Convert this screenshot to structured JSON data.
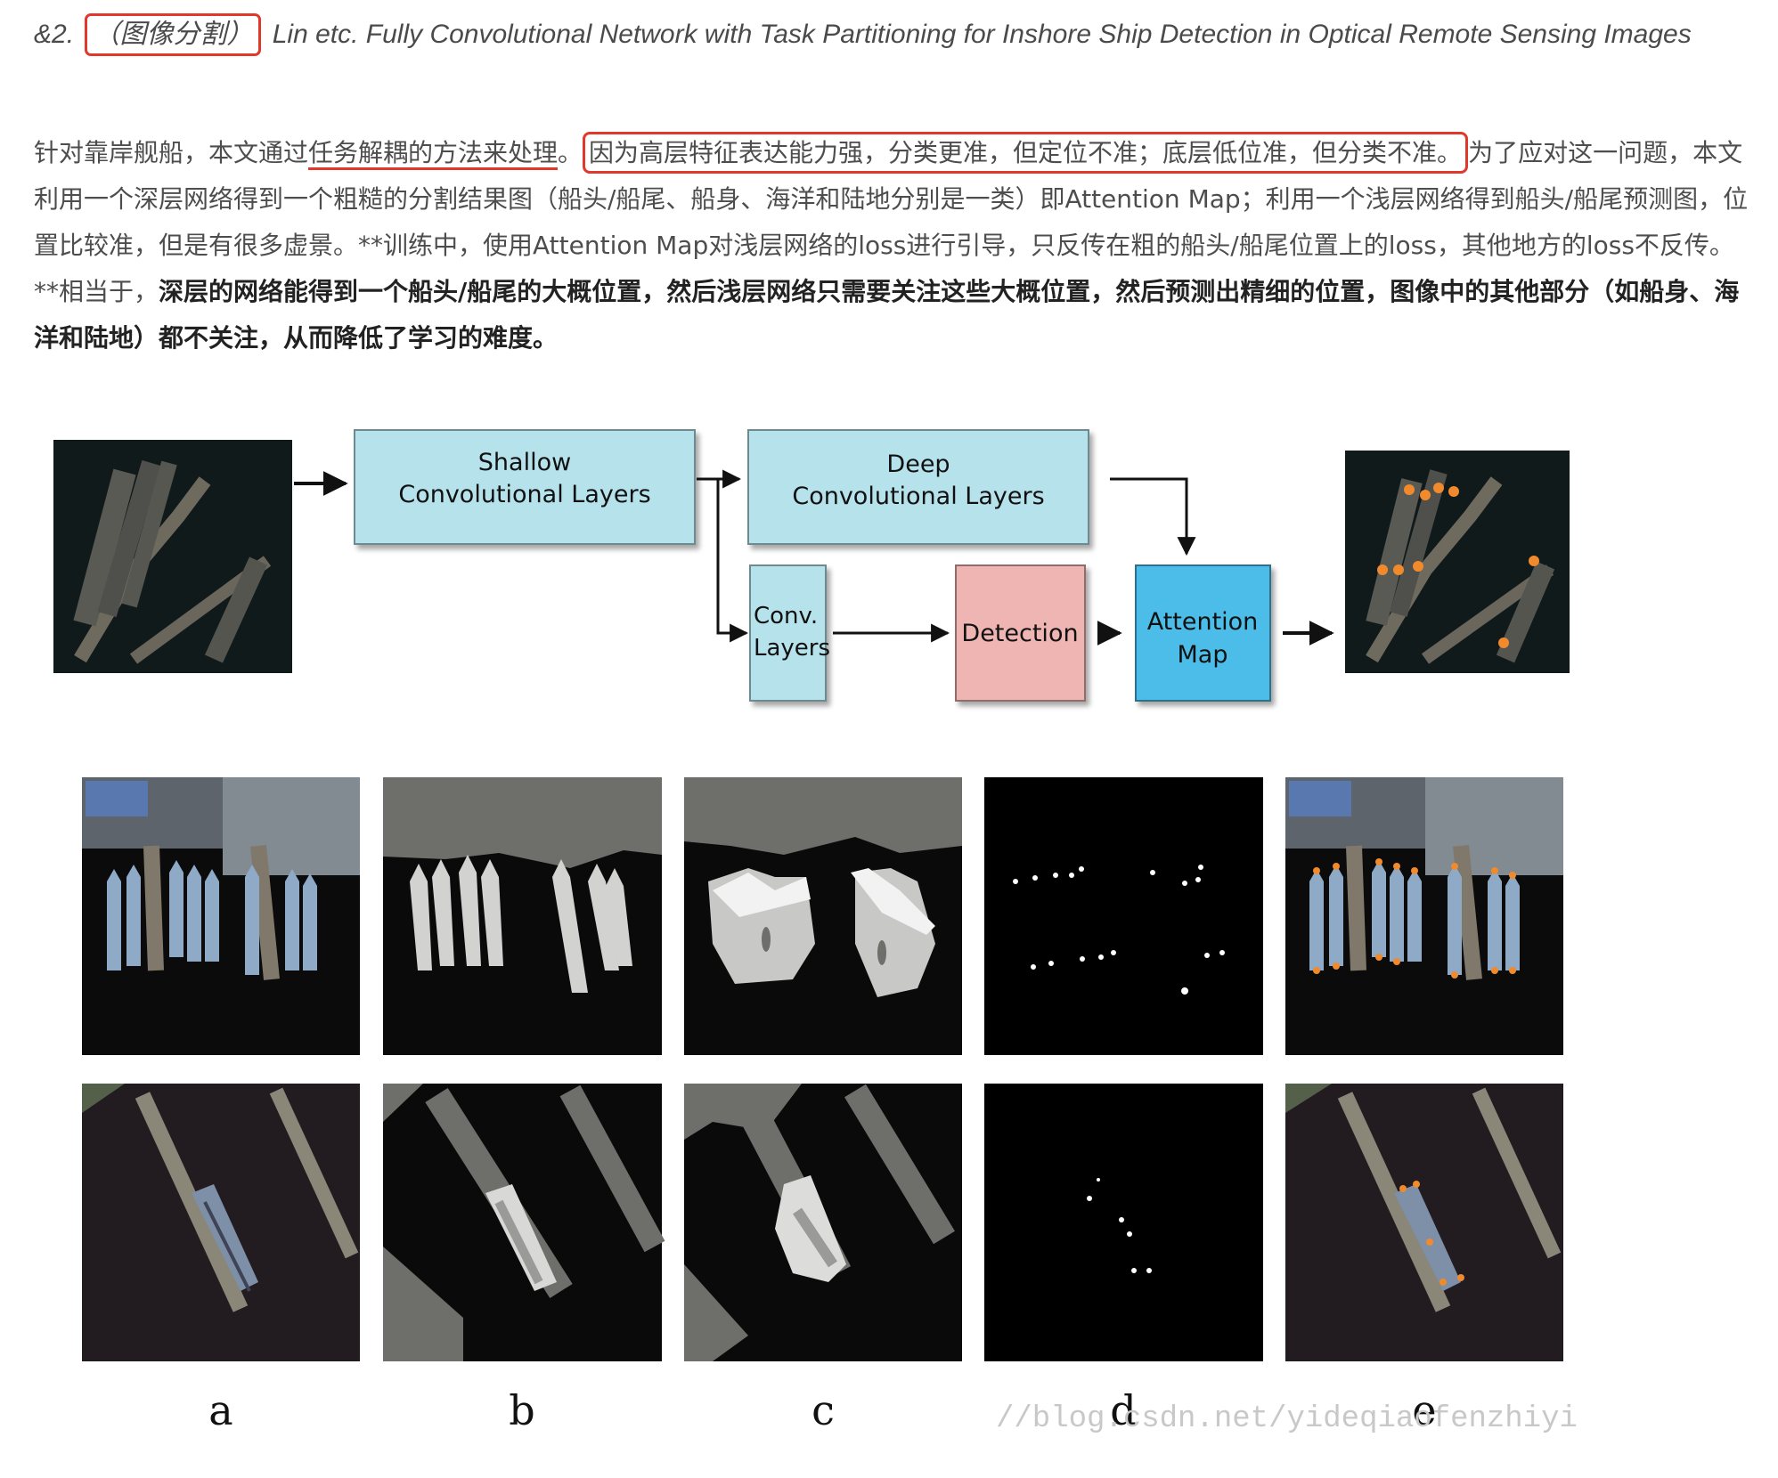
{
  "heading": {
    "prefix": "&2.",
    "tag": "（图像分割）",
    "title": "Lin etc. Fully Convolutional Network with Task Partitioning for Inshore Ship Detection in Optical Remote Sensing Images"
  },
  "paragraph": {
    "p1": "针对靠岸舰船，本文通过",
    "p2": "任务解耦的方法来处理",
    "p3": "。",
    "p4": "因为高层特征表达能力强，分类更准，但定位不准；底层低位准，但分类不准。",
    "p5": "为了应对这一问题，本文利用一个深层网络得到一个粗糙的分割结果图（船头/船尾、船身、海洋和陆地分别是一类）即Attention Map；利用一个浅层网络得到船头/船尾预测图，位置比较准，但是有很多虚景。**训练中，使用Attention Map对浅层网络的loss进行引导，只反传在粗的船头/船尾位置上的loss，其他地方的loss不反传。**相当于，",
    "p6": "深层的网络能得到一个船头/船尾的大概位置，然后浅层网络只需要关注这些大概位置，然后预测出精细的位置，图像中的其他部分（如船身、海洋和陆地）都不关注，从而降低了学习的难度。"
  },
  "diagram": {
    "shallow_1": "Shallow",
    "shallow_2": "Convolutional Layers",
    "deep_1": "Deep",
    "deep_2": "Convolutional Layers",
    "conv_1": "Conv.",
    "conv_2": "Layers",
    "detection": "Detection",
    "attention_1": "Attention",
    "attention_2": "Map"
  },
  "figure": {
    "labels": [
      "a",
      "b",
      "c",
      "d",
      "e"
    ],
    "watermark": "//blog.csdn.net/yideqiaofenzhiyi"
  }
}
